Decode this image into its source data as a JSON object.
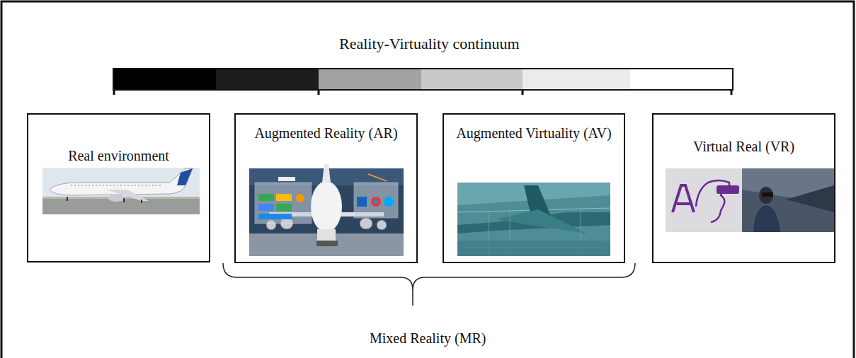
{
  "diagram": {
    "title": "Reality-Virtuality continuum",
    "nodes": [
      {
        "text": [
          "Real environment"
        ]
      },
      {
        "text": [
          "Augmented Reality (AR)"
        ]
      },
      {
        "text": [
          "Augmented Virtuality (AV)"
        ]
      },
      {
        "text": [
          "Virtual Real (VR)"
        ]
      }
    ],
    "labels": [
      "Mixed Reality (MR)"
    ]
  }
}
